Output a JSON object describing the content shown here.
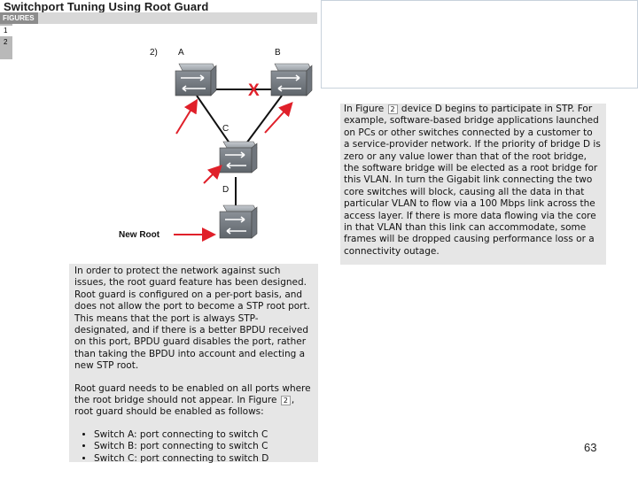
{
  "header": {
    "title": "Switchport Tuning Using Root Guard",
    "figures_label": "FIGURES"
  },
  "sidebar": {
    "tabs": [
      {
        "label": "1",
        "active": true
      },
      {
        "label": "2",
        "active": false
      }
    ]
  },
  "diagram": {
    "step_label": "2)",
    "switch_a_label": "A",
    "switch_b_label": "B",
    "switch_c_label": "C",
    "switch_d_label": "D",
    "new_root_label": "New Root",
    "blocked_marker": "X",
    "colors": {
      "arrow": "#e0202a",
      "link": "#111111",
      "switch_body": "#8f959c"
    }
  },
  "text_right": {
    "before_ref": "In Figure ",
    "fig_ref": "2",
    "after_ref": " device D begins to participate in STP. For example, software-based bridge applications launched on PCs or other switches connected by a customer to a service-provider network. If the priority of bridge D is zero or any value lower than that of the root bridge, the software bridge will be elected as a root bridge for this VLAN. In turn the Gigabit link connecting the two core switches will block, causing all the data in that particular VLAN to flow via a 100 Mbps link across the access layer. If there is more data flowing via the core in that VLAN than this link can accommodate, some frames will be dropped causing performance loss or a connectivity outage."
  },
  "text_left": {
    "para1": "In order to protect the network against such issues, the root guard feature has been designed. Root guard is configured on a per-port basis, and does not allow the port to become a STP root port. This means that the port is always STP-designated, and if there is a better BPDU received on this port, BPDU guard disables the port, rather than taking the BPDU into account and electing a new STP root.",
    "para2_before_ref": "Root guard needs to be enabled on all ports where the root bridge should not appear. In Figure ",
    "para2_ref": "2",
    "para2_after_ref": ", root guard should be enabled as follows:",
    "bullets": [
      "Switch A: port connecting to switch C",
      "Switch B: port connecting to switch C",
      "Switch C: port connecting to switch D"
    ]
  },
  "footer": {
    "page_number": "63"
  }
}
